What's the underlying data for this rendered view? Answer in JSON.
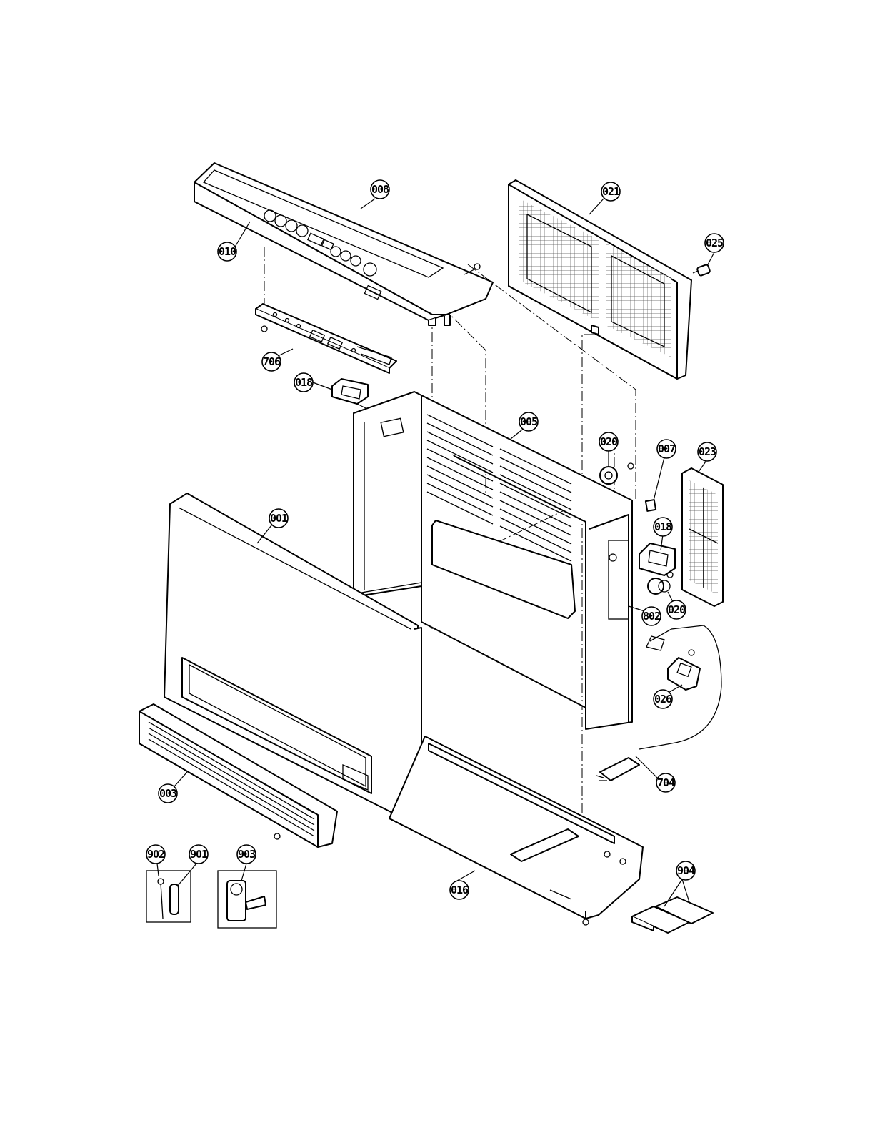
{
  "diagram": {
    "parts": [
      {
        "id": "010",
        "label": "010"
      },
      {
        "id": "008",
        "label": "008"
      },
      {
        "id": "021",
        "label": "021"
      },
      {
        "id": "025",
        "label": "025"
      },
      {
        "id": "706",
        "label": "706"
      },
      {
        "id": "018a",
        "label": "018"
      },
      {
        "id": "005",
        "label": "005"
      },
      {
        "id": "020a",
        "label": "020"
      },
      {
        "id": "007",
        "label": "007"
      },
      {
        "id": "023",
        "label": "023"
      },
      {
        "id": "001",
        "label": "001"
      },
      {
        "id": "018b",
        "label": "018"
      },
      {
        "id": "020b",
        "label": "020"
      },
      {
        "id": "802",
        "label": "802"
      },
      {
        "id": "026",
        "label": "026"
      },
      {
        "id": "704",
        "label": "704"
      },
      {
        "id": "003",
        "label": "003"
      },
      {
        "id": "902",
        "label": "902"
      },
      {
        "id": "901",
        "label": "901"
      },
      {
        "id": "903",
        "label": "903"
      },
      {
        "id": "016",
        "label": "016"
      },
      {
        "id": "904",
        "label": "904"
      }
    ]
  }
}
